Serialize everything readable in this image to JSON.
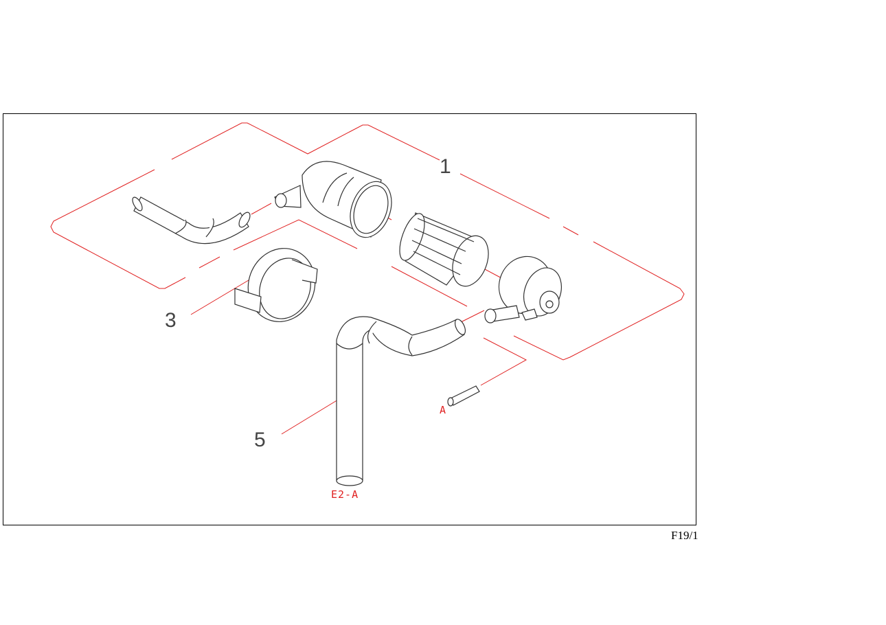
{
  "callouts": {
    "part_1": "1",
    "part_3": "3",
    "part_5": "5"
  },
  "codes": {
    "connector_a": "A",
    "hose_end": "E2-A"
  },
  "figure_ref": "F19/1",
  "colors": {
    "leader": "#e02020",
    "outline": "#303030",
    "frame": "#000000"
  }
}
